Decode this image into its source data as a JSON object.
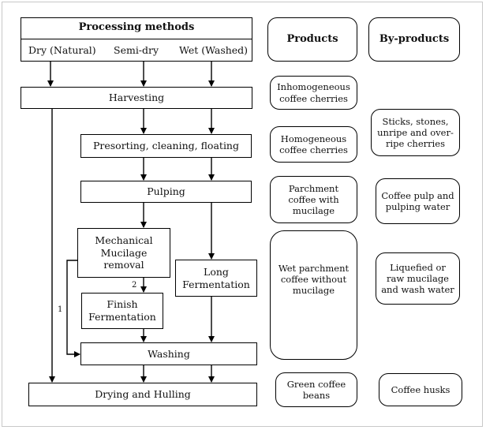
{
  "header": {
    "title": "Processing methods",
    "methods": [
      "Dry (Natural)",
      "Semi-dry",
      "Wet (Washed)"
    ]
  },
  "columns": {
    "products": "Products",
    "by_products": "By-products"
  },
  "steps": {
    "harvesting": "Harvesting",
    "presorting": "Presorting, cleaning, floating",
    "pulping": "Pulping",
    "mechanical": "Mechanical\nMucilage\nremoval",
    "long_fermentation": "Long\nFermentation",
    "finish_fermentation": "Finish\nFermentation",
    "washing": "Washing",
    "drying": "Drying and Hulling"
  },
  "path_labels": {
    "one": "1",
    "two": "2"
  },
  "products": [
    "Inhomogeneous\ncoffee cherries",
    "Homogeneous\ncoffee cherries",
    "Parchment\ncoffee with\nmucilage",
    "Wet parchment\ncoffee without\nmucilage",
    "Green coffee\nbeans"
  ],
  "by_products": [
    "Sticks, stones,\nunripe and over-\nripe cherries",
    "Coffee pulp and\npulping water",
    "Liquefied or\nraw mucilage\nand wash water",
    "Coffee husks"
  ]
}
